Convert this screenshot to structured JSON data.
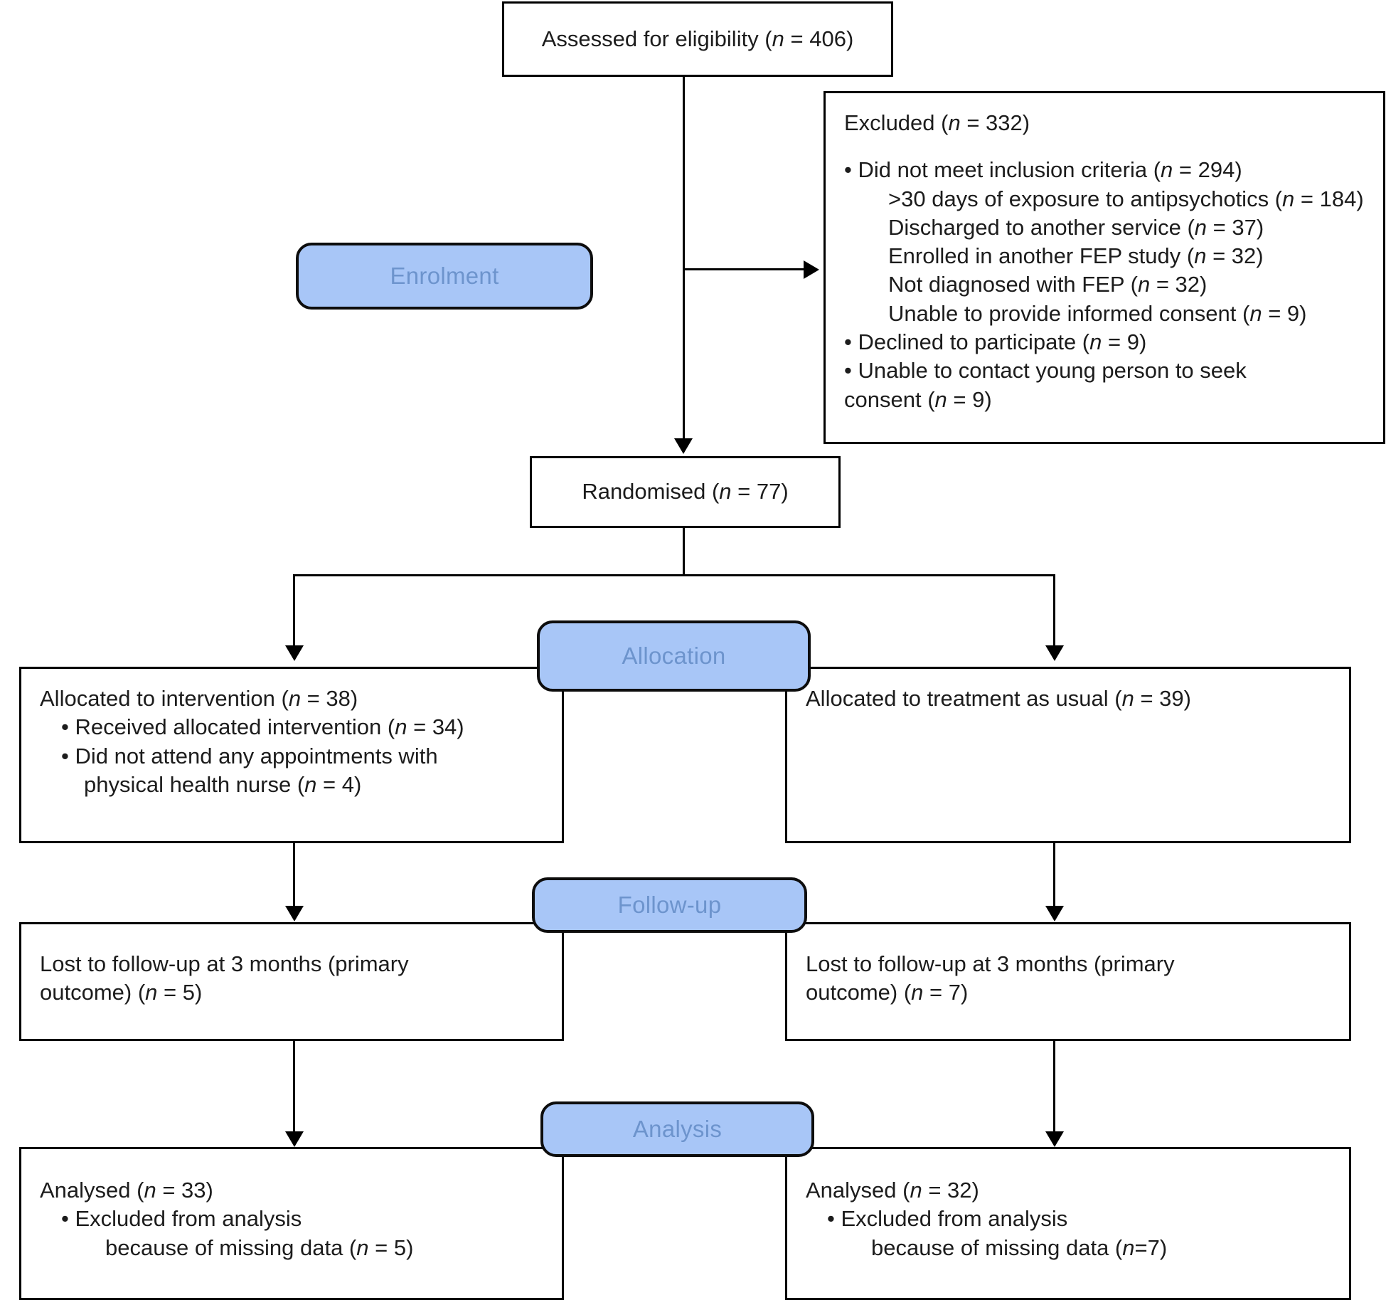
{
  "diagram": {
    "type": "consort-flow-diagram",
    "title": "CONSORT participant flow diagram",
    "accent_color": "#a8c6f7",
    "stage_label_color": "#6d94cd",
    "line_color": "#000000",
    "box_background": "#ffffff"
  },
  "stages": [
    {
      "id": "enrolment",
      "label": "Enrolment"
    },
    {
      "id": "allocation",
      "label": "Allocation"
    },
    {
      "id": "followup",
      "label": "Follow-up"
    },
    {
      "id": "analysis",
      "label": "Analysis"
    }
  ],
  "nodes": {
    "assessed": {
      "text": "Assessed for eligibility (",
      "n_symbol": "n",
      "n_value": " = 406)"
    },
    "excluded": {
      "heading_prefix": "Excluded (",
      "heading_n": "n",
      "heading_value": " = 332)",
      "items": [
        {
          "level": "bullet",
          "text": "Did not meet inclusion criteria (",
          "n_symbol": "n",
          "n_value": " = 294)"
        },
        {
          "level": "sub",
          "text": ">30 days of exposure to antipsychotics (",
          "n_symbol": "n",
          "n_value": " = 184)"
        },
        {
          "level": "sub",
          "text": "Discharged to another service (",
          "n_symbol": "n",
          "n_value": " = 37)"
        },
        {
          "level": "sub",
          "text": "Enrolled in another FEP study (",
          "n_symbol": "n",
          "n_value": " = 32)"
        },
        {
          "level": "sub",
          "text": "Not diagnosed with FEP (",
          "n_symbol": "n",
          "n_value": " = 32)"
        },
        {
          "level": "sub",
          "text": "Unable to provide informed consent  (",
          "n_symbol": "n",
          "n_value": " = 9)"
        },
        {
          "level": "bullet",
          "text": "Declined to participate (",
          "n_symbol": "n",
          "n_value": " = 9)"
        },
        {
          "level": "bullet-wrap",
          "text": "Unable to contact young person to seek",
          "text_line2": "consent  (",
          "n_symbol": "n",
          "n_value": " = 9)"
        }
      ]
    },
    "randomised": {
      "text": "Randomised (",
      "n_symbol": "n",
      "n_value": " = 77)"
    },
    "alloc_left": {
      "heading": "Allocated to intervention (",
      "heading_n": "n",
      "heading_value": " = 38)",
      "items": [
        {
          "level": "bullet",
          "text": "Received allocated intervention (",
          "n_symbol": "n",
          "n_value": " = 34)"
        },
        {
          "level": "bullet-wrap",
          "text": "Did not attend any appointments with",
          "text_line2": "physical health nurse (",
          "n_symbol": "n",
          "n_value": " = 4)"
        }
      ]
    },
    "alloc_right": {
      "heading": "Allocated to treatment as usual (",
      "heading_n": "n",
      "heading_value": " = 39)",
      "items": []
    },
    "followup_left": {
      "line1": "Lost to follow-up at 3 months (primary",
      "line2": "outcome) (",
      "n_symbol": "n",
      "n_value": " = 5)"
    },
    "followup_right": {
      "line1": "Lost to follow-up at 3 months (primary",
      "line2": "outcome) (",
      "n_symbol": "n",
      "n_value": " = 7)"
    },
    "analysis_left": {
      "heading": "Analysed (",
      "heading_n": "n",
      "heading_value": " = 33)",
      "bullet": "Excluded from analysis",
      "bullet_sub": "because of missing data (",
      "bullet_n": "n",
      "bullet_value": " = 5)"
    },
    "analysis_right": {
      "heading": "Analysed (",
      "heading_n": "n",
      "heading_value": " = 32)",
      "bullet": "Excluded from analysis",
      "bullet_sub": "because of missing data (",
      "bullet_n": "n",
      "bullet_value": "=7)"
    }
  },
  "chart_data": {
    "type": "flowchart",
    "title": "CONSORT participant flow",
    "stages": [
      "Enrolment",
      "Allocation",
      "Follow-up",
      "Analysis"
    ],
    "counts": {
      "assessed_for_eligibility": 406,
      "excluded_total": 332,
      "did_not_meet_inclusion_criteria": 294,
      "over_30_days_exposure_to_antipsychotics": 184,
      "discharged_to_another_service": 37,
      "enrolled_in_another_FEP_study": 32,
      "not_diagnosed_with_FEP": 32,
      "unable_to_provide_informed_consent": 9,
      "declined_to_participate": 9,
      "unable_to_contact_young_person": 9,
      "randomised": 77,
      "allocated_intervention": 38,
      "received_allocated_intervention": 34,
      "did_not_attend_any_appointments": 4,
      "allocated_treatment_as_usual": 39,
      "lost_to_followup_intervention": 5,
      "lost_to_followup_tau": 7,
      "analysed_intervention": 33,
      "excluded_missing_data_intervention": 5,
      "analysed_tau": 32,
      "excluded_missing_data_tau": 7
    }
  }
}
